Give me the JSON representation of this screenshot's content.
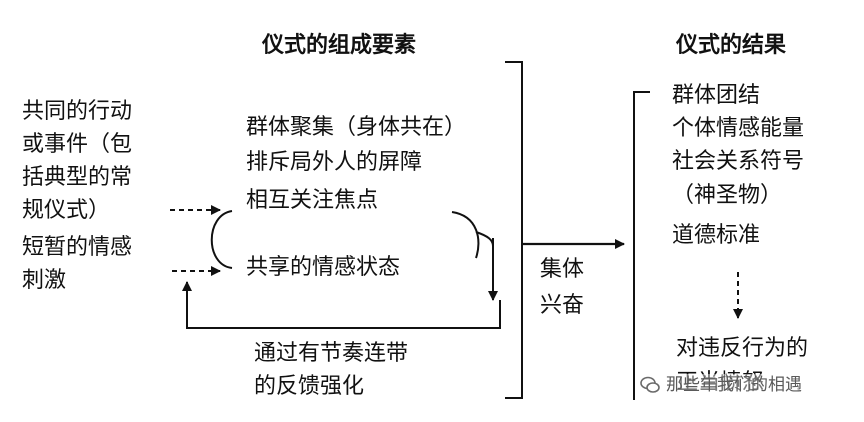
{
  "left_heading": "仪式的组成要素",
  "right_heading": "仪式的结果",
  "inputs": [
    "共同的行动",
    "或事件（包",
    "括典型的常",
    "规仪式）",
    "短暂的情感",
    "刺激"
  ],
  "elements": [
    "群体聚集（身体共在）",
    "排斥局外人的屏障",
    "相互关注焦点",
    "共享的情感状态"
  ],
  "feedback": [
    "通过有节奏连带",
    "的反馈强化"
  ],
  "middle": [
    "集体",
    "兴奋"
  ],
  "outcomes": [
    "群体团结",
    "个体情感能量",
    "社会关系符号",
    "（神圣物）",
    "道德标准"
  ],
  "anger": [
    "对违反行为的",
    "正当愤怒"
  ],
  "watermark": "那些年我们的相遇"
}
